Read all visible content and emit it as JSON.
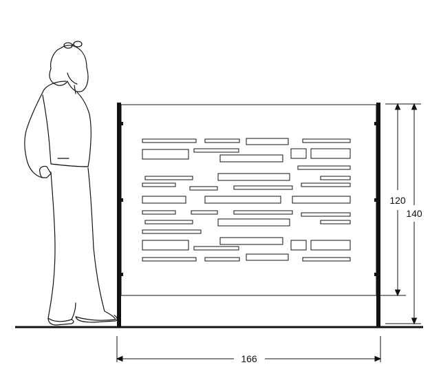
{
  "dimensions": {
    "width_label": "166",
    "panel_height_label": "120",
    "total_height_label": "140"
  },
  "colors": {
    "line": "#111111",
    "background": "#ffffff"
  }
}
